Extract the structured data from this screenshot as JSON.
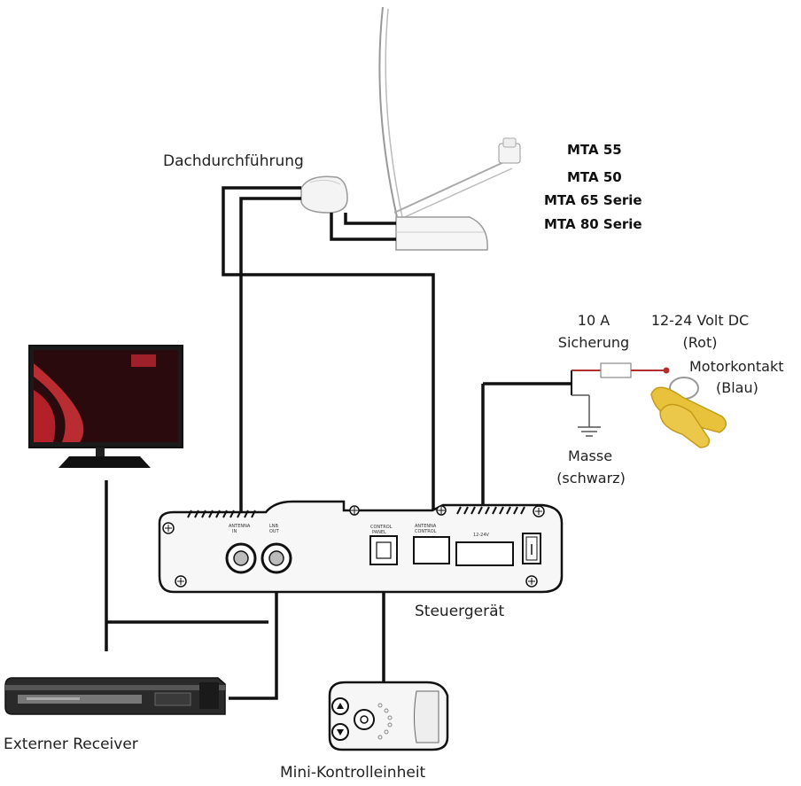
{
  "models": [
    "MTA 55",
    "MTA 50",
    "MTA 65 Serie",
    "MTA 80 Serie"
  ],
  "labels": {
    "roof_feedthrough": "Dachdurchführung",
    "fuse_amp": "10 A",
    "fuse": "Sicherung",
    "voltage": "12-24 Volt DC",
    "voltage_color": "(Rot)",
    "motor_contact": "Motorkontakt",
    "motor_contact_color": "(Blau)",
    "ground": "Masse",
    "ground_color": "(schwarz)",
    "control_unit": "Steuergerät",
    "external_receiver": "Externer Receiver",
    "mini_control": "Mini-Kontrolleinheit"
  },
  "colors": {
    "wire": "#111111",
    "fuse_wire": "#b03030",
    "key": "#e8c23a"
  }
}
